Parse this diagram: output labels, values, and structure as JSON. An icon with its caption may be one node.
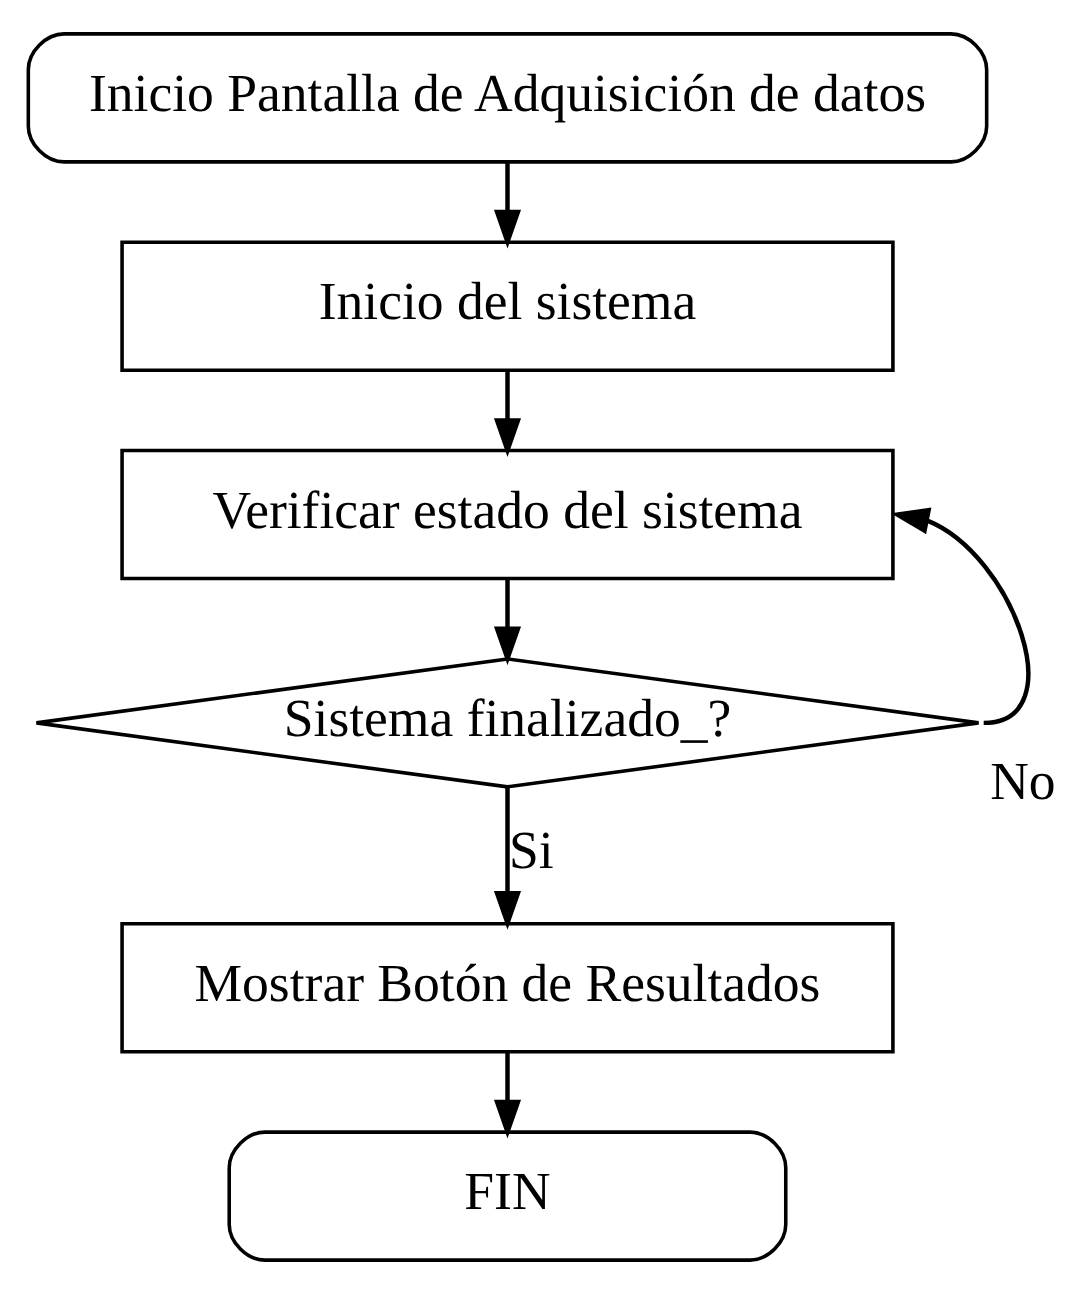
{
  "diagram": {
    "nodes": [
      {
        "text": [
          "Inicio Pantalla de Adquisición de datos"
        ]
      },
      {
        "text": [
          "Inicio del sistema"
        ]
      },
      {
        "text": [
          "Verificar estado del sistema"
        ]
      },
      {
        "text": [
          "Sistema finalizado_?"
        ]
      },
      {
        "text": [
          "Mostrar Botón de Resultados"
        ]
      },
      {
        "text": [
          "FIN"
        ]
      }
    ],
    "edges": [
      {
        "from": 0,
        "to": 1,
        "arrow": "to"
      },
      {
        "from": 1,
        "to": 2,
        "arrow": "to"
      },
      {
        "from": 2,
        "to": 3,
        "arrow": "to"
      },
      {
        "from": 3,
        "to": 4,
        "arrow": "to",
        "label": "Si"
      },
      {
        "from": 3,
        "to": 2,
        "arrow": "to",
        "label": "No"
      },
      {
        "from": 4,
        "to": 5,
        "arrow": "to"
      }
    ]
  }
}
